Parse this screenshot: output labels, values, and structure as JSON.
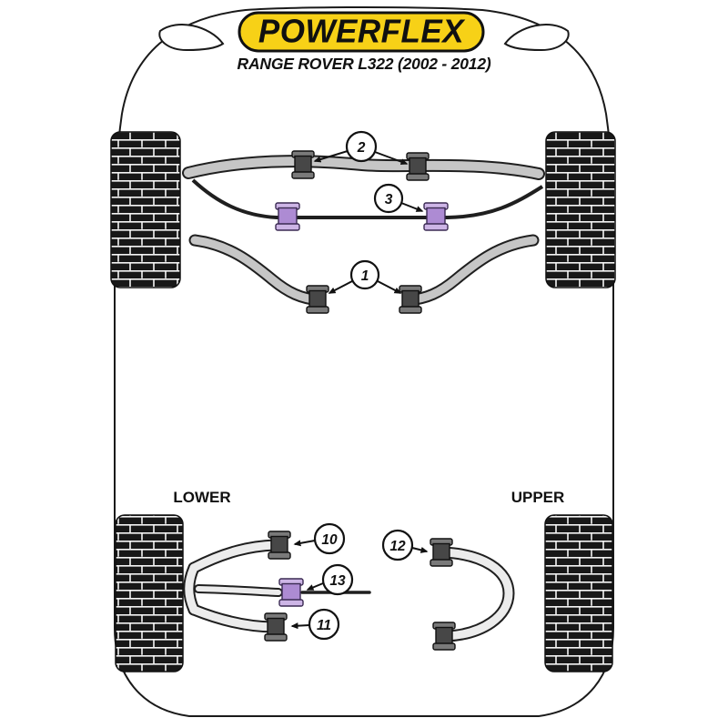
{
  "header": {
    "brand": "POWERFLEX",
    "model": "RANGE ROVER L322 (2002 - 2012)"
  },
  "section_labels": {
    "lower": "LOWER",
    "upper": "UPPER"
  },
  "callouts": {
    "numbers": [
      "2",
      "3",
      "1",
      "10",
      "12",
      "13",
      "11"
    ]
  },
  "colors": {
    "logo_yellow": "#F7D117",
    "bushing_purple": "#AD8BD3",
    "bushing_dark": "#474747",
    "tire_black": "#181818"
  }
}
